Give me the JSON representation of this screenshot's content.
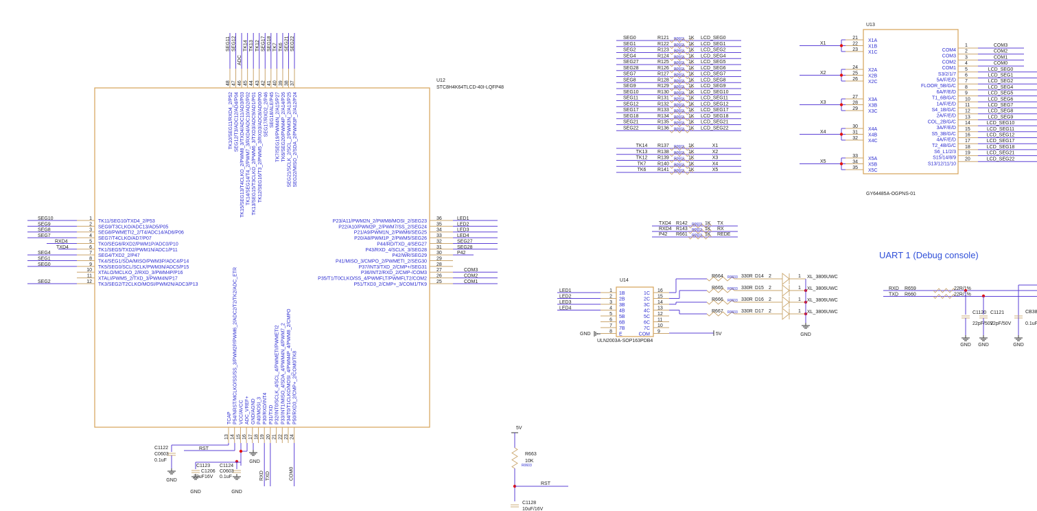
{
  "u12": {
    "ref": "U12",
    "part": "STC8H4K64TLCD-40I-LQFP48",
    "left_pins": [
      {
        "num": "1",
        "label": "TK11/SEG10/TXD4_2/P53",
        "net": "SEG10"
      },
      {
        "num": "2",
        "label": "SEG9/T3CLKO/ADC13/AD5/P05",
        "net": "SEG9"
      },
      {
        "num": "3",
        "label": "SEG8/PWMETI2_2/T4/ADC14/AD6/P06",
        "net": "SEG8"
      },
      {
        "num": "4",
        "label": "SEG7/T4CLKO/AD7/P07",
        "net": "SEG7"
      },
      {
        "num": "5",
        "label": "TK0/SEG6/RXD2/PWM1P/ADC0/P10",
        "net": "RXD4"
      },
      {
        "num": "6",
        "label": "TK1/SEG5/TXD2/PWM1N/ADC1/P11",
        "net": "TXD4"
      },
      {
        "num": "7",
        "label": "SEG4/TXD2_2/P47",
        "net": "SEG4"
      },
      {
        "num": "8",
        "label": "TK4/SEG1/SDA/MISO/PWM3P/ADC4/P14",
        "net": "SEG1"
      },
      {
        "num": "9",
        "label": "TK5/SEG0/SCL/SCLK/PWM3N/ADC5/P15",
        "net": "SEG0"
      },
      {
        "num": "10",
        "label": "XTALO/MCLKO_2/RXD_3/PWM4P/P16",
        "net": ""
      },
      {
        "num": "11",
        "label": "XTALI/PWM5_2/TXD_3/PWM4N/P17",
        "net": ""
      },
      {
        "num": "12",
        "label": "TK3/SEG2/T2CLKO/MOSI/PWM2N/ADC3/P13",
        "net": "SEG2"
      }
    ],
    "right_pins": [
      {
        "num": "36",
        "label": "P23/A11/PWM2N_2/PWM8/MOSI_2/SEG23",
        "net": "LED1"
      },
      {
        "num": "35",
        "label": "P22/A10/PWM2P_2/PWM7/SS_2/SEG24",
        "net": "LED2"
      },
      {
        "num": "34",
        "label": "P21/A9/PWM1N_2/PWM6/SEG25",
        "net": "LED3"
      },
      {
        "num": "33",
        "label": "P20/A8/PWM1P_2/PWM5/SEG26",
        "net": "LED4"
      },
      {
        "num": "32",
        "label": "P44/RD/TXD_4/SEG27",
        "net": "SEG27"
      },
      {
        "num": "31",
        "label": "P43/RXD_4/SCLK_3/SEG28",
        "net": "SEG28"
      },
      {
        "num": "30",
        "label": "P42/WR/SEG29",
        "net": "P42"
      },
      {
        "num": "29",
        "label": "P41/MISO_3/CMPO_2/PWMETI_2/SEG30",
        "net": ""
      },
      {
        "num": "28",
        "label": "P37/INT3/TXD_2/CMP+/SEG31",
        "net": ""
      },
      {
        "num": "27",
        "label": "P36/INT2/RXD_2/CMP-/COM3",
        "net": "COM3"
      },
      {
        "num": "26",
        "label": "P35/T1/T0CLKO/SS_4/PWMFLT/PWMFLT2/COM2",
        "net": "COM2"
      },
      {
        "num": "25",
        "label": "P51/TXD3_2/CMP+_3/COM1/TK9",
        "net": "COM1"
      }
    ],
    "top_pins": [
      {
        "num": "48",
        "label": "TK10/SEG11/RXD4_2/P52",
        "net": "SEG11"
      },
      {
        "num": "47",
        "label": "SEG12/T3/ADC12/AD4/P04",
        "net": "SEG12"
      },
      {
        "num": "46",
        "label": "TK15/SEG13/T4CLKO_2/PWM8_3/TXD4/ADC11/AD3/P03",
        "net": "ADC"
      },
      {
        "num": "45",
        "label": "TK14/SEG14/T4_2/PWM7_3/RXD4/ADC10/AD2/P02",
        "net": "TK14"
      },
      {
        "num": "44",
        "label": "TK13/SEG15/T3CLKO_2/PWM6_3/TXD3/ADC9/AD1/P01",
        "net": "TK13"
      },
      {
        "num": "43",
        "label": "TK12/SEG16/T3_2/PWM5_3/RXD3/ADC8/AD0/P00",
        "net": "TK12"
      },
      {
        "num": "42",
        "label": "SEG17/RXD2_2/P46",
        "net": "SEG17"
      },
      {
        "num": "41",
        "label": "SEG18/ALE/P45",
        "net": "SEG18"
      },
      {
        "num": "40",
        "label": "TK7/SEG19/PWM4N_2/A15/P27",
        "net": "TK7"
      },
      {
        "num": "39",
        "label": "TK6/SEG20/PWM4P_2/A14/P26",
        "net": "TK6"
      },
      {
        "num": "38",
        "label": "SEG21/SCLK_2/SCL_2/PWM3N_2/A13/P25",
        "net": "SEG21"
      },
      {
        "num": "37",
        "label": "SEG22/MISO_2/SDA_2/PWM3P_2/A12/P24",
        "net": "SEG22"
      }
    ],
    "bottom_pins": [
      {
        "num": "13",
        "label": "TCAP",
        "net": ""
      },
      {
        "num": "14",
        "label": "P54/NRST/MCLKO/SS/SS_3/PWM2P/PWM6_2/ADC2/T2/TK2/ADC_ETR",
        "net": ""
      },
      {
        "num": "15",
        "label": "VCC/AVCC",
        "net": ""
      },
      {
        "num": "16",
        "label": "ADC_VREF+",
        "net": ""
      },
      {
        "num": "17",
        "label": "GND/AGND",
        "net": ""
      },
      {
        "num": "18",
        "label": "P40/MOSI_3",
        "net": ""
      },
      {
        "num": "19",
        "label": "P30/RXD/INT4",
        "net": "RXD"
      },
      {
        "num": "20",
        "label": "P31/TXD",
        "net": "TXD"
      },
      {
        "num": "21",
        "label": "P32/INT0/SCLK_4/SCL_4/PWMETI/PWMETI2",
        "net": ""
      },
      {
        "num": "22",
        "label": "P33/INT1/MISO_4/SDA_4/PWM4N_4/PWM7_2",
        "net": ""
      },
      {
        "num": "23",
        "label": "P34/T0/T1CLKO/MOSI_4/PWM4P_4/PWM8_2/CMPO",
        "net": ""
      },
      {
        "num": "24",
        "label": "P50/RXD3_2/CMP+_2/COM0/TK8",
        "net": "COM0"
      }
    ]
  },
  "power": {
    "rst": "RST",
    "gnd": "GND",
    "v5": "5V",
    "c1122": {
      "ref": "C1122",
      "pkg": "C0603",
      "value": "0.1uF"
    },
    "c1123": {
      "ref": "C1123",
      "pkg": "C1206",
      "value": "22uF16V"
    },
    "c1124": {
      "ref": "C1124",
      "pkg": "C0603",
      "value": "0.1uF"
    },
    "r663": {
      "ref": "R663",
      "value": "10K",
      "pkg": "R0603"
    },
    "c1128": {
      "ref": "C1128",
      "value": "10uF/16V"
    }
  },
  "seg_resistors": [
    {
      "net": "SEG0",
      "ref": "R121",
      "pkg": "R0603",
      "value": "1K",
      "out": "LCD_SEG0"
    },
    {
      "net": "SEG1",
      "ref": "R122",
      "pkg": "R0603",
      "value": "1K",
      "out": "LCD_SEG1"
    },
    {
      "net": "SEG2",
      "ref": "R123",
      "pkg": "R0603",
      "value": "1K",
      "out": "LCD_SEG2"
    },
    {
      "net": "SEG4",
      "ref": "R124",
      "pkg": "R0603",
      "value": "1K",
      "out": "LCD_SEG4"
    },
    {
      "net": "SEG27",
      "ref": "R125",
      "pkg": "R0603",
      "value": "1K",
      "out": "LCD_SEG5"
    },
    {
      "net": "SEG28",
      "ref": "R126",
      "pkg": "R0603",
      "value": "1K",
      "out": "LCD_SEG6"
    },
    {
      "net": "SEG7",
      "ref": "R127",
      "pkg": "R0603",
      "value": "1K",
      "out": "LCD_SEG7"
    },
    {
      "net": "SEG8",
      "ref": "R128",
      "pkg": "R0603",
      "value": "1K",
      "out": "LCD_SEG8"
    },
    {
      "net": "SEG9",
      "ref": "R129",
      "pkg": "R0603",
      "value": "1K",
      "out": "LCD_SEG9"
    },
    {
      "net": "SEG10",
      "ref": "R130",
      "pkg": "R0603",
      "value": "1K",
      "out": "LCD_SEG10"
    },
    {
      "net": "SEG11",
      "ref": "R131",
      "pkg": "R0603",
      "value": "1K",
      "out": "LCD_SEG11"
    },
    {
      "net": "SEG12",
      "ref": "R132",
      "pkg": "R0603",
      "value": "1K",
      "out": "LCD_SEG12"
    },
    {
      "net": "SEG17",
      "ref": "R133",
      "pkg": "R0603",
      "value": "1K",
      "out": "LCD_SEG17"
    },
    {
      "net": "SEG18",
      "ref": "R134",
      "pkg": "R0603",
      "value": "1K",
      "out": "LCD_SEG18"
    },
    {
      "net": "SEG21",
      "ref": "R135",
      "pkg": "R0603",
      "value": "1K",
      "out": "LCD_SEG21"
    },
    {
      "net": "SEG22",
      "ref": "R136",
      "pkg": "R0603",
      "value": "1K",
      "out": "LCD_SEG22"
    }
  ],
  "tk_resistors": [
    {
      "net": "TK14",
      "ref": "R137",
      "pkg": "R0603",
      "value": "1K",
      "out": "X1"
    },
    {
      "net": "TK13",
      "ref": "R138",
      "pkg": "R0603",
      "value": "1K",
      "out": "X2"
    },
    {
      "net": "TK12",
      "ref": "R139",
      "pkg": "R0603",
      "value": "1K",
      "out": "X3"
    },
    {
      "net": "TK7",
      "ref": "R140",
      "pkg": "R0603",
      "value": "1K",
      "out": "X4"
    },
    {
      "net": "TK6",
      "ref": "R141",
      "pkg": "R0603",
      "value": "1K",
      "out": "X5"
    }
  ],
  "uart_resistors": [
    {
      "net": "TXD4",
      "ref": "R142",
      "pkg": "R0603",
      "value": "1K",
      "out": "TX"
    },
    {
      "net": "RXD4",
      "ref": "R143",
      "pkg": "R0603",
      "value": "1K",
      "out": "RX"
    },
    {
      "net": "P42",
      "ref": "R661",
      "pkg": "R0603",
      "value": "1K",
      "out": "REDE"
    }
  ],
  "u13": {
    "ref": "U13",
    "part": "GY64485A-OGPNS-01",
    "groups": [
      {
        "net": "X1",
        "pins": [
          {
            "num": "21",
            "label": "X1A"
          },
          {
            "num": "22",
            "label": "X1B"
          },
          {
            "num": "23",
            "label": "X1C"
          }
        ]
      },
      {
        "net": "X2",
        "pins": [
          {
            "num": "24",
            "label": "X2A"
          },
          {
            "num": "25",
            "label": "X2B"
          },
          {
            "num": "26",
            "label": "X2C"
          }
        ]
      },
      {
        "net": "X3",
        "pins": [
          {
            "num": "27",
            "label": "X3A"
          },
          {
            "num": "28",
            "label": "X3B"
          },
          {
            "num": "29",
            "label": "X3C"
          }
        ]
      },
      {
        "net": "X4",
        "pins": [
          {
            "num": "30",
            "label": "X4A"
          },
          {
            "num": "31",
            "label": "X4B"
          },
          {
            "num": "32",
            "label": "X4C"
          }
        ]
      },
      {
        "net": "X5",
        "pins": [
          {
            "num": "33",
            "label": "X5A"
          },
          {
            "num": "34",
            "label": "X5B"
          },
          {
            "num": "35",
            "label": "X5C"
          }
        ]
      }
    ],
    "right_labels": [
      "COM4",
      "COM3",
      "COM2",
      "COM1",
      "S3/2/1/7",
      "5A/F/E/D",
      "FLOOR_5B/G/C",
      "6A/F/E/D",
      "T1_6B/G/C",
      "1A/F/E/D",
      "S4_1B/G/C",
      "2A/F/E/D",
      "COL_2B/G/C",
      "3A/F/E/D",
      "S5_3B/G/C",
      "4A/F/E/D",
      "T2_4B/G/C",
      "S6_L1/2/3",
      "S15/14/8/9",
      "S13/12/11/10"
    ],
    "right_pins": [
      {
        "num": "1",
        "net": "COM3"
      },
      {
        "num": "2",
        "net": "COM2"
      },
      {
        "num": "3",
        "net": "COM1"
      },
      {
        "num": "4",
        "net": "COM0"
      },
      {
        "num": "5",
        "net": "LCD_SEG0"
      },
      {
        "num": "6",
        "net": "LCD_SEG1"
      },
      {
        "num": "7",
        "net": "LCD_SEG2"
      },
      {
        "num": "8",
        "net": "LCD_SEG4"
      },
      {
        "num": "9",
        "net": "LCD_SEG5"
      },
      {
        "num": "10",
        "net": "LCD_SEG6"
      },
      {
        "num": "11",
        "net": "LCD_SEG7"
      },
      {
        "num": "12",
        "net": "LCD_SEG8"
      },
      {
        "num": "13",
        "net": "LCD_SEG9"
      },
      {
        "num": "14",
        "net": "LCD_SEG10"
      },
      {
        "num": "15",
        "net": "LCD_SEG11"
      },
      {
        "num": "16",
        "net": "LCD_SEG12"
      },
      {
        "num": "17",
        "net": "LCD_SEG17"
      },
      {
        "num": "18",
        "net": "LCD_SEG18"
      },
      {
        "num": "19",
        "net": "LCD_SEG21"
      },
      {
        "num": "20",
        "net": "LCD_SEG22"
      }
    ]
  },
  "u14": {
    "ref": "U14",
    "part": "ULN2003A-SOP163PDB4",
    "rows": [
      {
        "lnum": "1",
        "lname": "1B",
        "net": "LED1",
        "rname": "1C",
        "rnum": "16"
      },
      {
        "lnum": "2",
        "lname": "2B",
        "net": "LED2",
        "rname": "2C",
        "rnum": "15"
      },
      {
        "lnum": "3",
        "lname": "3B",
        "net": "LED3",
        "rname": "3C",
        "rnum": "14"
      },
      {
        "lnum": "4",
        "lname": "4B",
        "net": "LED4",
        "rname": "4C",
        "rnum": "13"
      },
      {
        "lnum": "5",
        "lname": "5B",
        "net": "",
        "rname": "5C",
        "rnum": "12"
      },
      {
        "lnum": "6",
        "lname": "6B",
        "net": "",
        "rname": "6C",
        "rnum": "11"
      },
      {
        "lnum": "7",
        "lname": "7B",
        "net": "",
        "rname": "7C",
        "rnum": "10"
      },
      {
        "lnum": "8",
        "lname": "E",
        "net": "GND",
        "rname": "COM",
        "rnum": "9"
      }
    ],
    "com_net": "5V",
    "leds": [
      {
        "ref": "R664",
        "pkg": "R0603",
        "value": "330R",
        "diode": "D14",
        "pin2": "2",
        "pin1": "1",
        "part": "XL_3806UWC"
      },
      {
        "ref": "R665",
        "pkg": "R0603",
        "value": "330R",
        "diode": "D15",
        "pin2": "2",
        "pin1": "1",
        "part": "XL_3806UWC"
      },
      {
        "ref": "R666",
        "pkg": "R0603",
        "value": "330R",
        "diode": "D16",
        "pin2": "2",
        "pin1": "1",
        "part": "XL_3806UWC"
      },
      {
        "ref": "R667",
        "pkg": "R0603",
        "value": "330R",
        "diode": "D17",
        "pin2": "2",
        "pin1": "1",
        "part": "XL_3806UWC"
      }
    ],
    "led_gnd": "GND"
  },
  "uart1": {
    "title": "UART 1 (Debug console)",
    "lines": [
      {
        "net": "RXD",
        "ref": "R659",
        "value": "22R/1%"
      },
      {
        "net": "TXD",
        "ref": "R660",
        "value": "22R/1%"
      }
    ],
    "caps": [
      {
        "ref": "C1120",
        "value": "22pF/50V",
        "gnd": "GND"
      },
      {
        "ref": "C1121",
        "value": "22pF/50V",
        "gnd": "GND"
      },
      {
        "ref": "CB38",
        "value": "0.1uF",
        "gnd": "GND"
      }
    ]
  }
}
